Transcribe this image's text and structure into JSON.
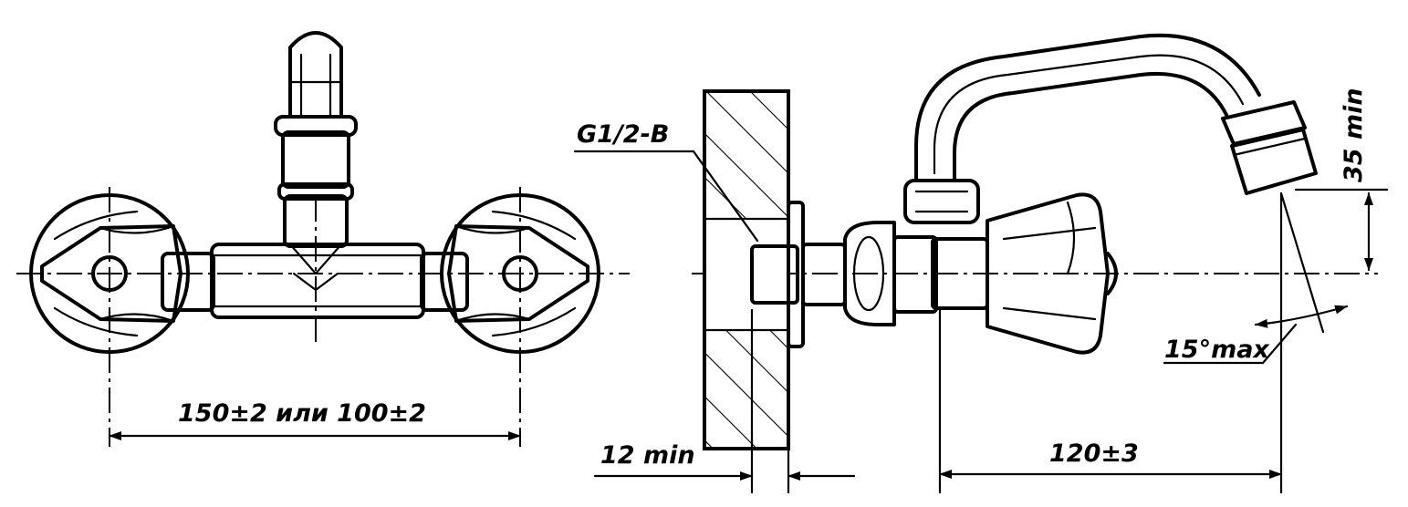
{
  "drawing": {
    "dimensions": {
      "front_width": "150±2  или  100±2",
      "thread": "G1/2-B",
      "wall_thickness": "12 min",
      "spout_reach": "120±3",
      "spout_height": "35 min",
      "spout_angle": "15°max"
    }
  }
}
